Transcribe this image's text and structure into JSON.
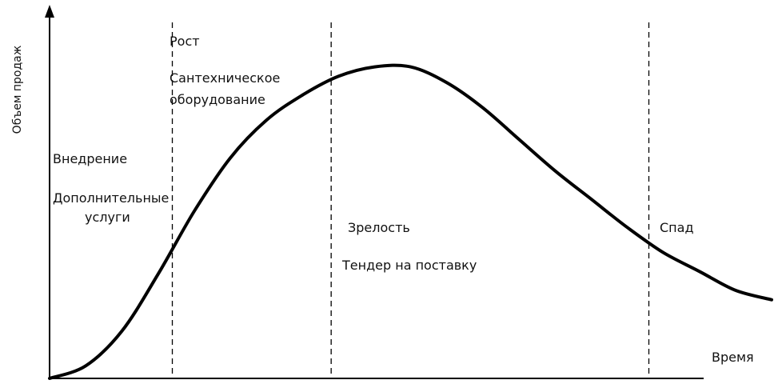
{
  "chart_data": {
    "type": "line",
    "title": "",
    "xlabel": "Время",
    "ylabel": "Объем продаж",
    "grid": false,
    "legend": "none",
    "x": [
      0.0,
      0.05,
      0.1,
      0.15,
      0.2,
      0.25,
      0.3,
      0.35,
      0.4,
      0.45,
      0.5,
      0.55,
      0.6,
      0.65,
      0.7,
      0.75,
      0.8,
      0.85,
      0.9,
      0.95,
      1.0
    ],
    "values": [
      0.0,
      0.04,
      0.15,
      0.33,
      0.53,
      0.7,
      0.82,
      0.9,
      0.96,
      0.99,
      0.99,
      0.94,
      0.86,
      0.76,
      0.66,
      0.57,
      0.48,
      0.4,
      0.34,
      0.28,
      0.25
    ],
    "xlim": [
      0,
      1
    ],
    "ylim": [
      0,
      1.05
    ],
    "dividers": [
      0.17,
      0.39,
      0.83
    ],
    "stages": [
      {
        "name": "Внедрение",
        "lines": [
          "Дополнительные",
          "услуги"
        ]
      },
      {
        "name": "Рост",
        "lines": [
          "Сантехническое",
          "оборудование"
        ]
      },
      {
        "name": "Зрелость",
        "lines": [
          "Тендер на поставку"
        ]
      },
      {
        "name": "Спад",
        "lines": []
      }
    ],
    "colors": {
      "line": "#000000",
      "text": "#111111"
    }
  }
}
